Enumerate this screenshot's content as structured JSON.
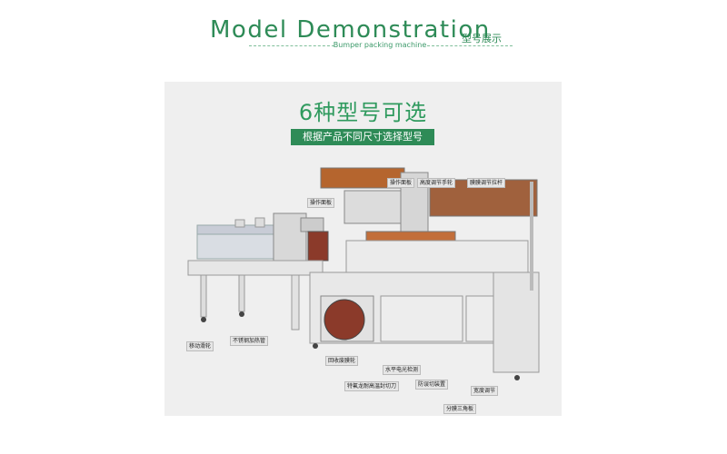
{
  "header": {
    "title": "Model Demonstration",
    "title_cn": "型号展示",
    "subtitle": "Bumper packing machine"
  },
  "panel": {
    "headline": "6种型号可选",
    "banner": "根据产品不同尺寸选择型号"
  },
  "callouts": {
    "operation_panel_left": "操作面板",
    "operation_panel_top": "操作面板",
    "height_adjust": "高度调节手轮",
    "film_tension": "膜膜调节拉杆",
    "caster": "移动滑轮",
    "stainless_heating": "不锈钢加热管",
    "film_recycle": "回收废膜轮",
    "horizontal_sensor": "水平电光检测",
    "teflon_cutter": "特氟龙耐高温封切刀",
    "anti_cut": "防误切装置",
    "width_adjust": "宽度调节",
    "triangle_board": "分膜三角板"
  },
  "colors": {
    "brand_green": "#2e8b57",
    "panel_bg": "#efefef",
    "machine_body": "#e4e4e4"
  }
}
